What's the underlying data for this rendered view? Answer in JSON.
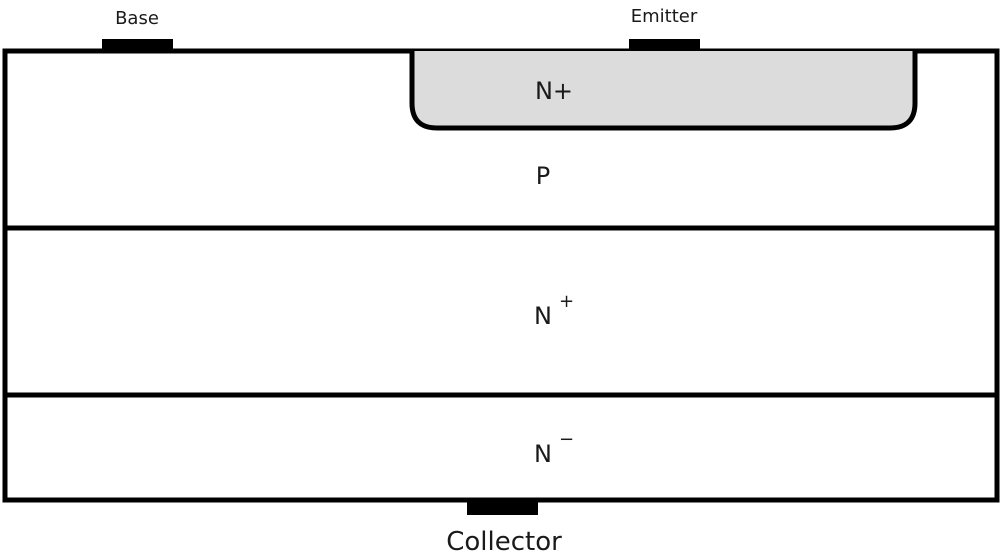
{
  "terminals": {
    "base": "Base",
    "emitter": "Emitter",
    "collector": "Collector"
  },
  "regions": {
    "emitter_well": {
      "base": "N",
      "sup": "",
      "inline": "+"
    },
    "base_layer": {
      "base": "P",
      "sup": ""
    },
    "collector_n_plus": {
      "base": "N",
      "sup": "+"
    },
    "collector_n_minus": {
      "base": "N",
      "sup": "−"
    }
  },
  "colors": {
    "outline": "#000000",
    "contact": "#000000",
    "emitter_well_fill": "#dddcdc",
    "background": "#ffffff"
  }
}
